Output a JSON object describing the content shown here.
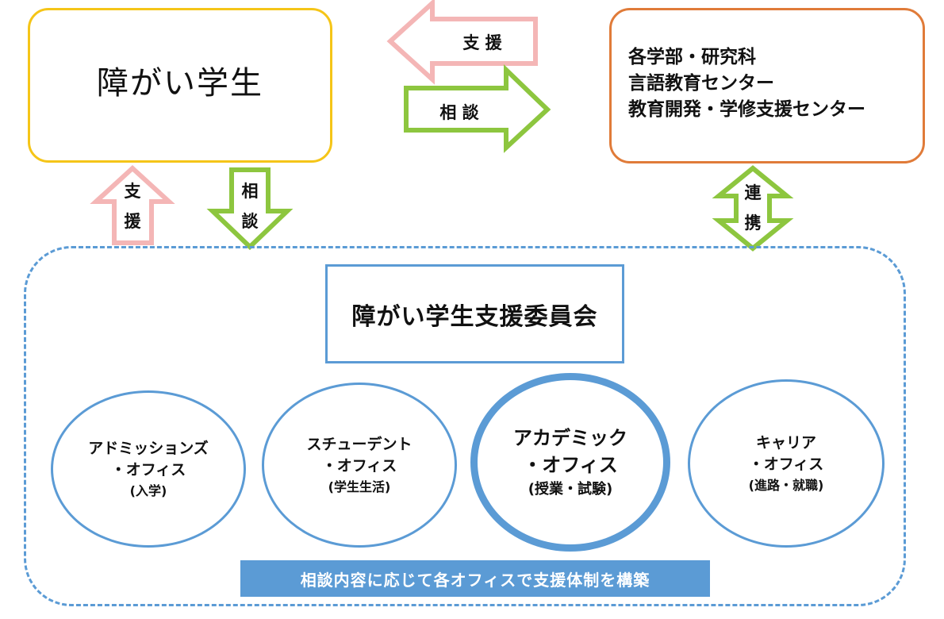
{
  "student": {
    "title": "障がい学生"
  },
  "faculty": {
    "lines": [
      "各学部・研究科",
      "言語教育センター",
      "教育開発・学修支援センター"
    ]
  },
  "arrows": {
    "support_top": "支 援",
    "consult_top": "相 談",
    "support_left": [
      "支",
      "援"
    ],
    "consult_left": [
      "相",
      "談"
    ],
    "cooperation": [
      "連",
      "携"
    ]
  },
  "committee": {
    "title": "障がい学生支援委員会"
  },
  "offices": [
    {
      "line1": "アドミッションズ",
      "line2": "・オフィス",
      "line3": "(入学)"
    },
    {
      "line1": "スチューデント",
      "line2": "・オフィス",
      "line3": "(学生生活)"
    },
    {
      "line1": "アカデミック",
      "line2": "・オフィス",
      "line3": "(授業・試験)"
    },
    {
      "line1": "キャリア",
      "line2": "・オフィス",
      "line3": "(進路・就職)"
    }
  ],
  "banner": {
    "text": "相談内容に応じて各オフィスで支援体制を構築"
  },
  "colors": {
    "student_border": "#F5C518",
    "faculty_border": "#E07B39",
    "blue": "#5B9BD5",
    "support_arrow": "#F4B6B6",
    "consult_arrow": "#8DC63F"
  }
}
